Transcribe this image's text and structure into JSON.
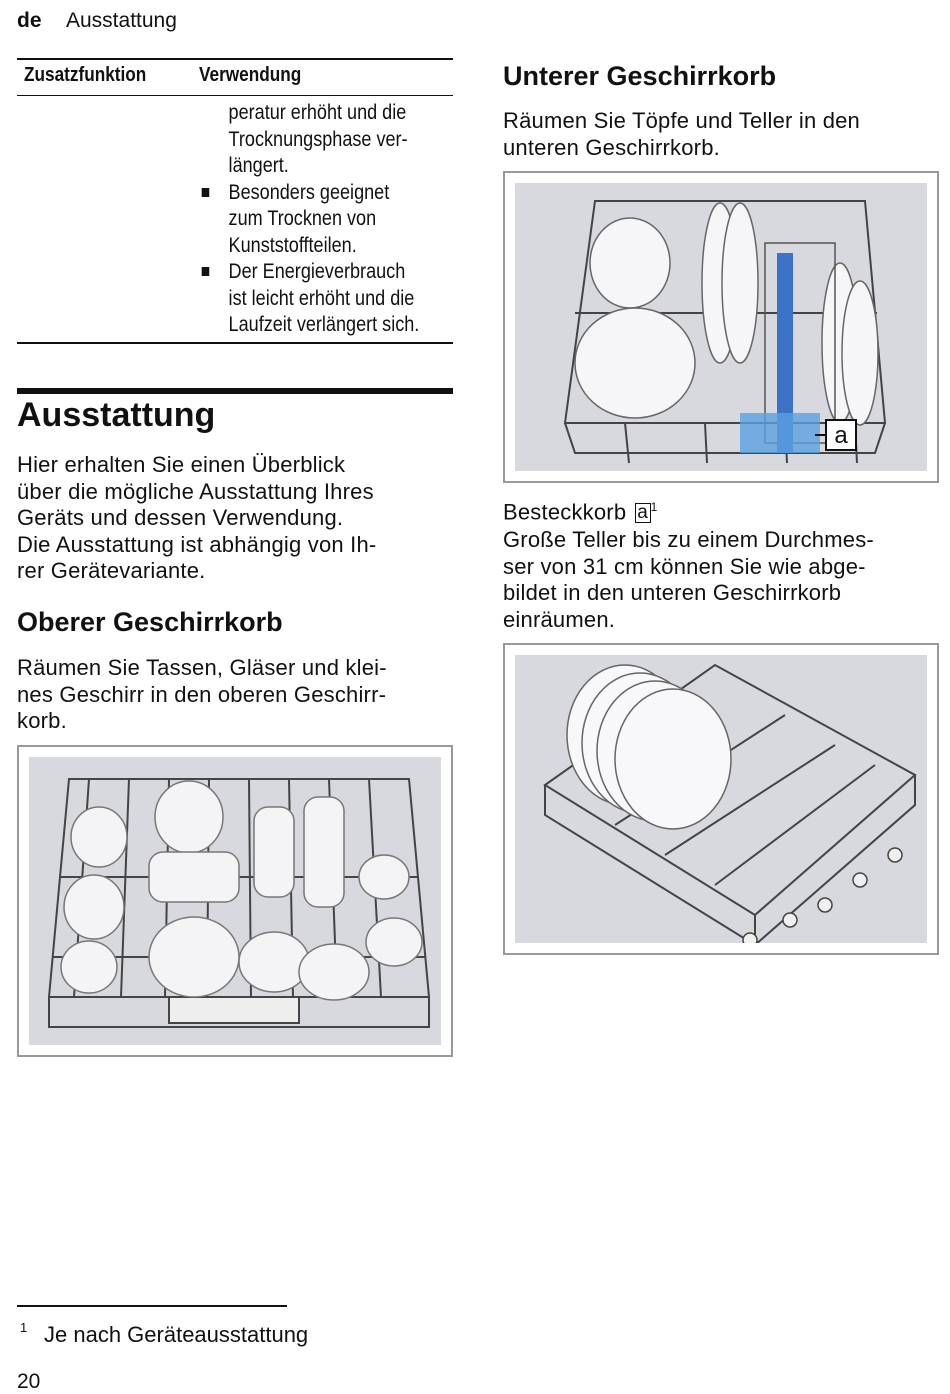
{
  "header": {
    "lang": "de",
    "title": "Ausstattung"
  },
  "table": {
    "col1": "Zusatzfunktion",
    "col2": "Verwendung",
    "continuation": [
      "peratur erhöht und die",
      "Trocknungsphase ver-",
      "längert."
    ],
    "bullets": [
      [
        "Besonders geeignet",
        "zum Trocknen von",
        "Kunststoffteilen."
      ],
      [
        "Der Energieverbrauch",
        "ist leicht erhöht und die",
        "Laufzeit verlängert sich."
      ]
    ]
  },
  "ausstattung": {
    "heading": "Ausstattung",
    "text": [
      "Hier erhalten Sie einen Überblick",
      "über die mögliche Ausstattung Ihres",
      "Geräts und dessen Verwendung.",
      "Die Ausstattung ist abhängig von Ih-",
      "rer Gerätevariante."
    ]
  },
  "oberer": {
    "heading": "Oberer Geschirrkorb",
    "text": [
      "Räumen Sie Tassen, Gläser und klei-",
      "nes Geschirr in den oberen Geschirr-",
      "korb."
    ]
  },
  "unterer": {
    "heading": "Unterer Geschirrkorb",
    "text": [
      "Räumen Sie Töpfe und Teller in den",
      "unteren Geschirrkorb."
    ],
    "callout_letter": "a",
    "besteck_label": "Besteckkorb",
    "besteck_marker": "a",
    "besteck_sup": "1",
    "teller_text": [
      "Große Teller bis zu einem Durchmes-",
      "ser von 31 cm können Sie wie abge-",
      "bildet in den unteren Geschirrkorb",
      "einräumen."
    ]
  },
  "footnote": {
    "marker": "1",
    "text": "Je nach Geräteausstattung"
  },
  "page_number": "20"
}
